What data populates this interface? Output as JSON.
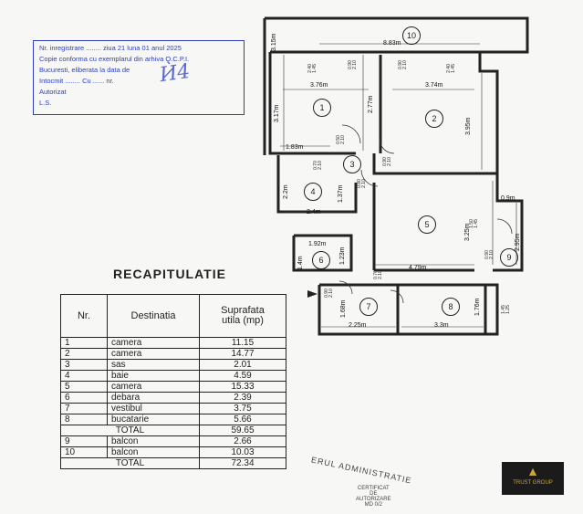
{
  "stamp": {
    "lines": [
      "Nr. inregistrare ........ ziua 21 luna 01 anul 2025",
      "Copie conforma cu exemplarul din arhiva O.C.P.I.",
      "Bucuresti, eliberata la data de",
      "Intocmit ........ Cu ...... nr.",
      "Autorizat",
      "L.S."
    ],
    "signature": "Ѝ4"
  },
  "plan": {
    "rooms": [
      {
        "id": "1",
        "label": "1"
      },
      {
        "id": "2",
        "label": "2"
      },
      {
        "id": "3",
        "label": "3"
      },
      {
        "id": "4",
        "label": "4"
      },
      {
        "id": "5",
        "label": "5"
      },
      {
        "id": "6",
        "label": "6"
      },
      {
        "id": "7",
        "label": "7"
      },
      {
        "id": "8",
        "label": "8"
      },
      {
        "id": "9",
        "label": "9"
      },
      {
        "id": "10",
        "label": "10"
      }
    ],
    "dims": {
      "d315": "3.15m",
      "d883": "8.83m",
      "d376": "3.76m",
      "d374": "3.74m",
      "d317": "3.17m",
      "d277": "2.77m",
      "d395": "3.95m",
      "d183": "1.83m",
      "d22": "2.2m",
      "d137": "1.37m",
      "d24": "2.4m",
      "d325": "3.25m",
      "d295": "2.95m",
      "d09": "0.9m",
      "d192": "1.92m",
      "d14": "1.4m",
      "d123": "1.23m",
      "d479": "4.79m",
      "d168": "1.68m",
      "d225": "2.25m",
      "d33": "3.3m",
      "d176": "1.76m"
    },
    "doors": {
      "a": "0.90\n2.10",
      "b": "0.90\n2.10",
      "c": "2.40\n1.45",
      "d": "2.40\n1.45",
      "e": "0.50\n2.10",
      "f": "0.70\n2.10",
      "g": "0.90\n2.10",
      "h": "0.80\n2.10",
      "i": "1.50\n1.45",
      "j": "0.90\n2.10",
      "k": "0.90\n2.10",
      "l": "0.70\n2.10",
      "m": "1.45\n1.25"
    }
  },
  "recap": {
    "title": "RECAPITULATIE",
    "headers": {
      "nr": "Nr.",
      "destinatia": "Destinatia",
      "suprafata": "Suprafata\nutila (mp)"
    },
    "rows": [
      {
        "nr": "1",
        "dest": "camera",
        "area": "11.15"
      },
      {
        "nr": "2",
        "dest": "camera",
        "area": "14.77"
      },
      {
        "nr": "3",
        "dest": "sas",
        "area": "2.01"
      },
      {
        "nr": "4",
        "dest": "baie",
        "area": "4.59"
      },
      {
        "nr": "5",
        "dest": "camera",
        "area": "15.33"
      },
      {
        "nr": "6",
        "dest": "debara",
        "area": "2.39"
      },
      {
        "nr": "7",
        "dest": "vestibul",
        "area": "3.75"
      },
      {
        "nr": "8",
        "dest": "bucatarie",
        "area": "5.66"
      }
    ],
    "total1": {
      "label": "TOTAL",
      "area": "59.65"
    },
    "balcony_rows": [
      {
        "nr": "9",
        "dest": "balcon",
        "area": "2.66"
      },
      {
        "nr": "10",
        "dest": "balcon",
        "area": "10.03"
      }
    ],
    "total2": {
      "label": "TOTAL",
      "area": "72.34"
    }
  },
  "certificate": {
    "arc": "ERUL ADMINISTRATIE",
    "line1": "CERTIFICAT",
    "line2": "DE",
    "line3": "AUTORIZARE",
    "line4": "MD 0/2"
  },
  "logo": {
    "text": "TRUST GROUP"
  }
}
